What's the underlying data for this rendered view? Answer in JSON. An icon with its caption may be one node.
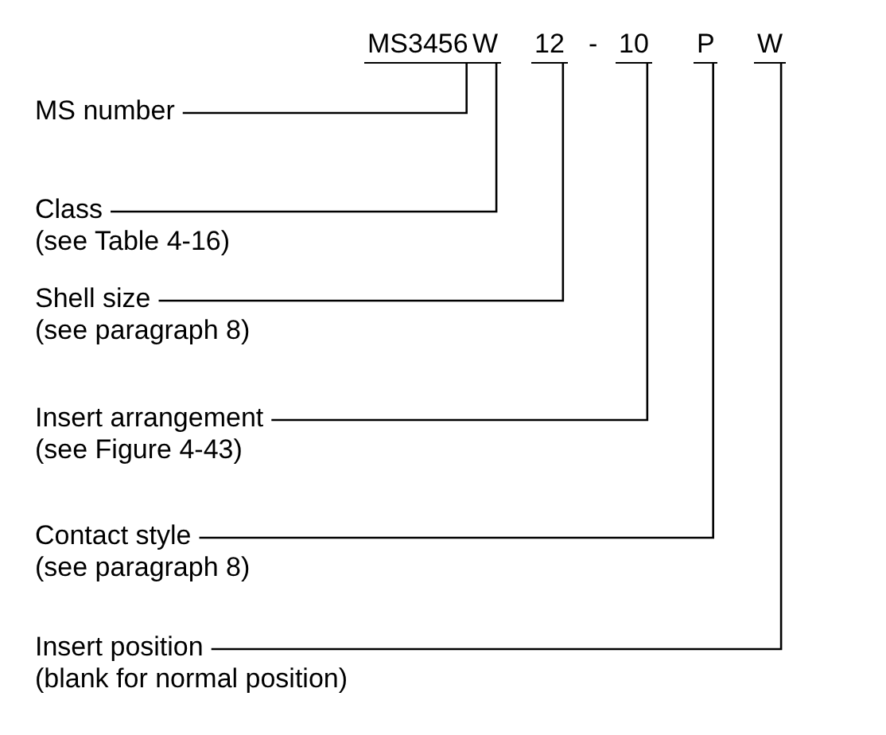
{
  "diagram": {
    "nodes": [
      {
        "text": [
          "MS3456"
        ]
      },
      {
        "text": [
          "W"
        ]
      },
      {
        "text": [
          "12"
        ]
      },
      {
        "text": [
          "10"
        ]
      },
      {
        "text": [
          "P"
        ]
      },
      {
        "text": [
          "W"
        ]
      },
      {
        "text": [
          "MS number"
        ]
      },
      {
        "text": [
          "Class",
          "(see Table 4-16)"
        ]
      },
      {
        "text": [
          "Shell size",
          "(see paragraph 8)"
        ]
      },
      {
        "text": [
          "Insert arrangement",
          "(see Figure 4-43)"
        ]
      },
      {
        "text": [
          "Contact style",
          "(see paragraph 8)"
        ]
      },
      {
        "text": [
          "Insert position",
          "(blank for normal position)"
        ]
      }
    ],
    "edges": [
      {
        "from": 6,
        "to": 0,
        "arrow": "none"
      },
      {
        "from": 7,
        "to": 1,
        "arrow": "none"
      },
      {
        "from": 8,
        "to": 2,
        "arrow": "none"
      },
      {
        "from": 9,
        "to": 3,
        "arrow": "none"
      },
      {
        "from": 10,
        "to": 4,
        "arrow": "none"
      },
      {
        "from": 11,
        "to": 5,
        "arrow": "none"
      }
    ],
    "labels": [
      "-"
    ]
  }
}
